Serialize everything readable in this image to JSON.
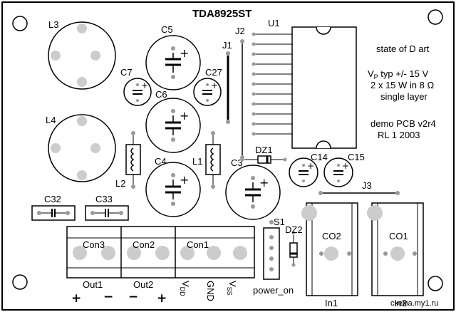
{
  "title": "TDA8925ST",
  "notes": {
    "line1": "state of D art",
    "line2_v": "V",
    "line2_sub": "P",
    "line2_rest": " typ +/- 15 V",
    "line3": "2 x 15 W in 8 Ω",
    "line4": "single layer",
    "line5": "demo PCB v2r4",
    "line6": "RL 1 2003"
  },
  "components": {
    "L3": "L3",
    "L4": "L4",
    "L1": "L1",
    "L2": "L2",
    "C5": "C5",
    "C7": "C7",
    "C27": "C27",
    "C6": "C6",
    "C4": "C4",
    "C3": "C3",
    "C14": "C14",
    "C15": "C15",
    "C32": "C32",
    "C33": "C33",
    "J1": "J1",
    "J2": "J2",
    "J3": "J3",
    "U1": "U1",
    "DZ1": "DZ1",
    "DZ2": "DZ2",
    "S1": "S1",
    "CO1": "CO1",
    "CO2": "CO2"
  },
  "connectors": {
    "con3": "Con3",
    "con2": "Con2",
    "con1": "Con1",
    "out1": "Out1",
    "out2": "Out2",
    "plus": "+",
    "minus": "−",
    "vdd": "V",
    "vdd_sub": "DD",
    "gnd": "GND",
    "vss": "V",
    "vss_sub": "SS",
    "power_on": "power_on",
    "in1": "In1",
    "in2": "In2"
  },
  "polarity_mark": "+",
  "watermark": "схема.my1.ru"
}
